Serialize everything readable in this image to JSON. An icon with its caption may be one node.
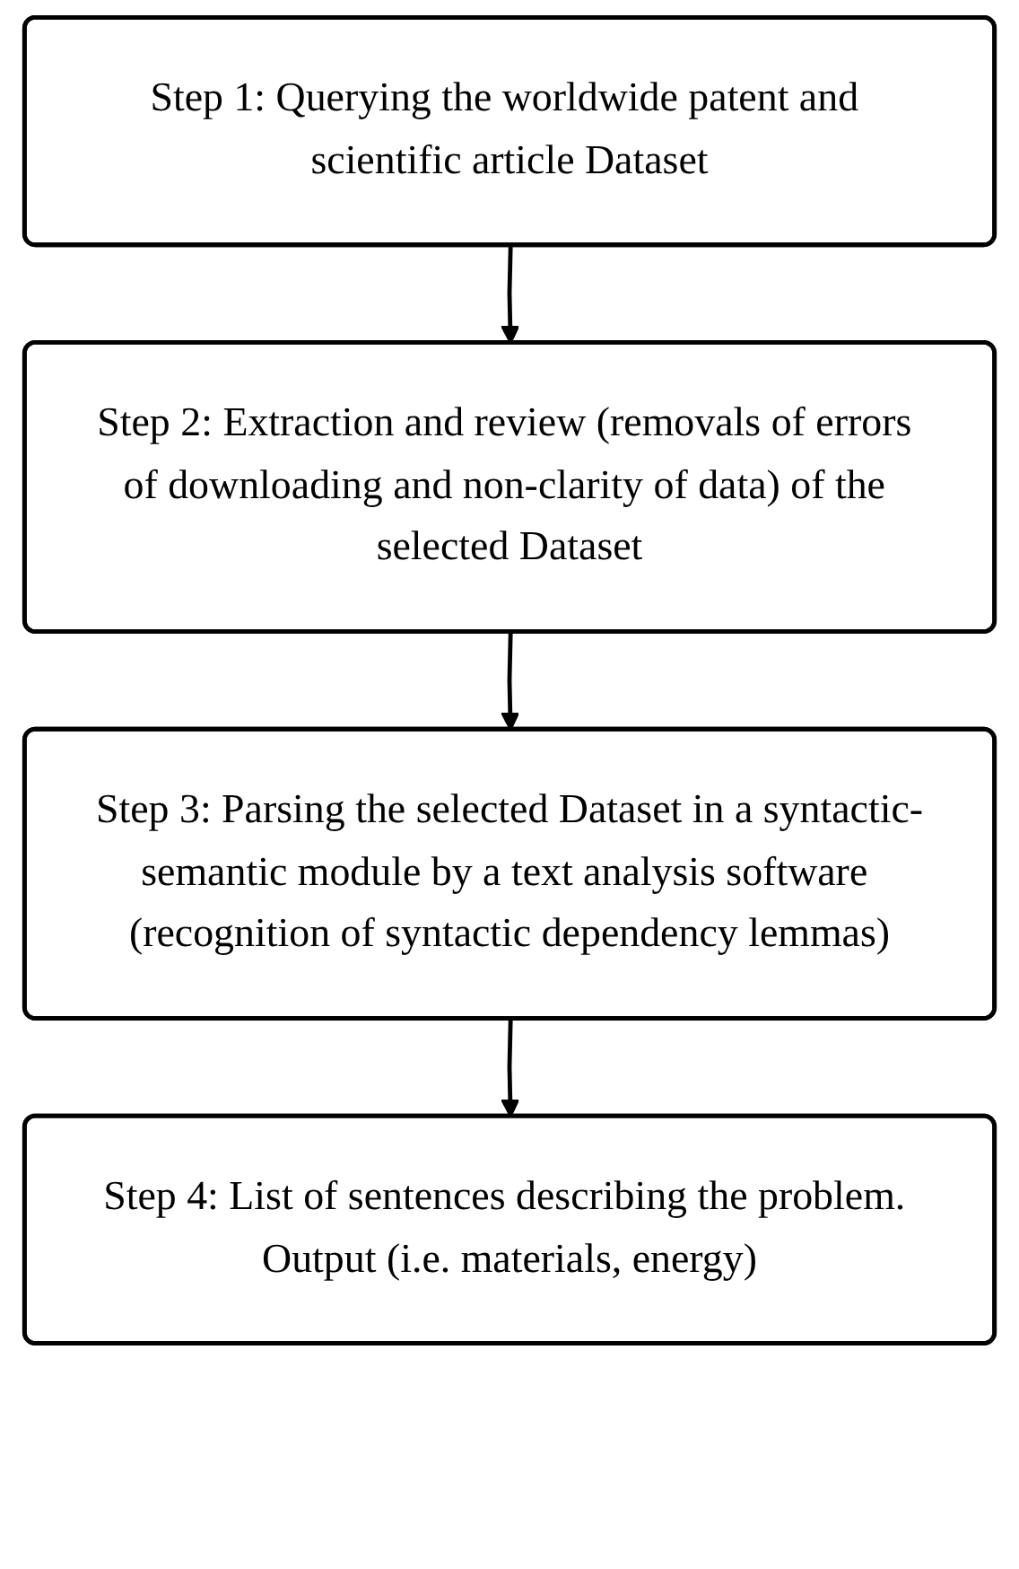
{
  "diagram": {
    "nodes": [
      {
        "text": [
          "Step 1: Querying the worldwide patent and scientific article Dataset"
        ]
      },
      {
        "text": [
          "Step 2: Extraction and review (removals of errors of downloading and non-clarity of data) of the selected Dataset"
        ]
      },
      {
        "text": [
          "Step 3: Parsing the selected Dataset in a syntactic-semantic module by a text analysis software (recognition of syntactic dependency lemmas)"
        ]
      },
      {
        "text": [
          "Step 4: List of sentences describing the problem. Output (i.e. materials, energy)"
        ]
      }
    ],
    "edges": [
      {
        "from": 0,
        "to": 1,
        "arrow": "to"
      },
      {
        "from": 1,
        "to": 2,
        "arrow": "to"
      },
      {
        "from": 2,
        "to": 3,
        "arrow": "to"
      }
    ]
  }
}
